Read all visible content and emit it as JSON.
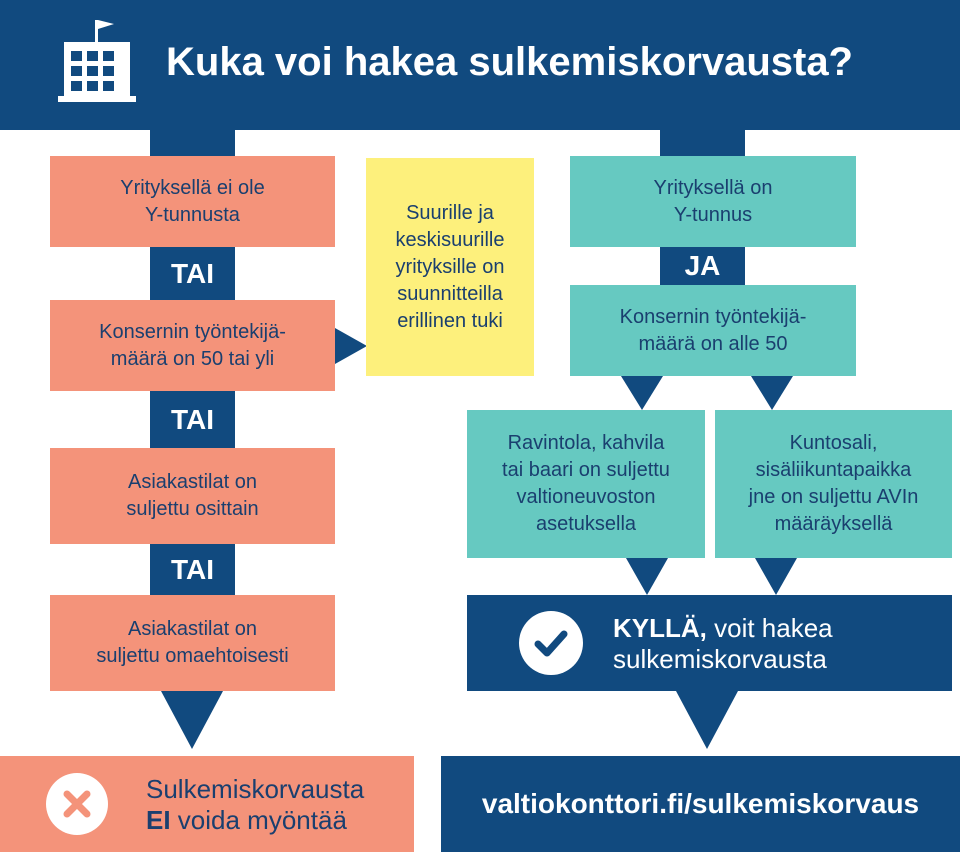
{
  "header": {
    "title": "Kuka voi hakea sulkemiskorvausta?",
    "icon": "building-with-flag-icon"
  },
  "left": {
    "box1": [
      "Yrityksellä ei ole",
      "Y-tunnusta"
    ],
    "or1": "TAI",
    "box2": [
      "Konsernin työntekijä-",
      "määrä on 50 tai yli"
    ],
    "or2": "TAI",
    "box3": [
      "Asiakastilat on",
      "suljettu osittain"
    ],
    "or3": "TAI",
    "box4": [
      "Asiakastilat on",
      "suljettu omaehtoisesti"
    ]
  },
  "middle": {
    "box": [
      "Suurille ja",
      "keskisuurille",
      "yrityksille on",
      "suunnitteilla",
      "erillinen tuki"
    ]
  },
  "right": {
    "box1": [
      "Yrityksellä on",
      "Y-tunnus"
    ],
    "and": "JA",
    "box2": [
      "Konsernin työntekijä-",
      "määrä on alle 50"
    ],
    "branch1": [
      "Ravintola, kahvila",
      "tai baari on suljettu",
      "valtioneuvoston",
      "asetuksella"
    ],
    "branch2": [
      "Kuntosali,",
      "sisäliikuntapaikka",
      "jne on suljettu AVIn",
      "määräyksellä"
    ],
    "yes_bold": "KYLLÄ,",
    "yes_rest": " voit hakea",
    "yes_line2": "sulkemiskorvausta"
  },
  "result_no": {
    "line1": "Sulkemiskorvausta",
    "line2_bold": "EI",
    "line2_rest": " voida myöntää"
  },
  "url": "valtiokonttori.fi/sulkemiskorvaus",
  "colors": {
    "navy": "#114a7f",
    "salmon": "#f4937a",
    "teal": "#66c9c1",
    "yellow": "#fdf07c"
  }
}
